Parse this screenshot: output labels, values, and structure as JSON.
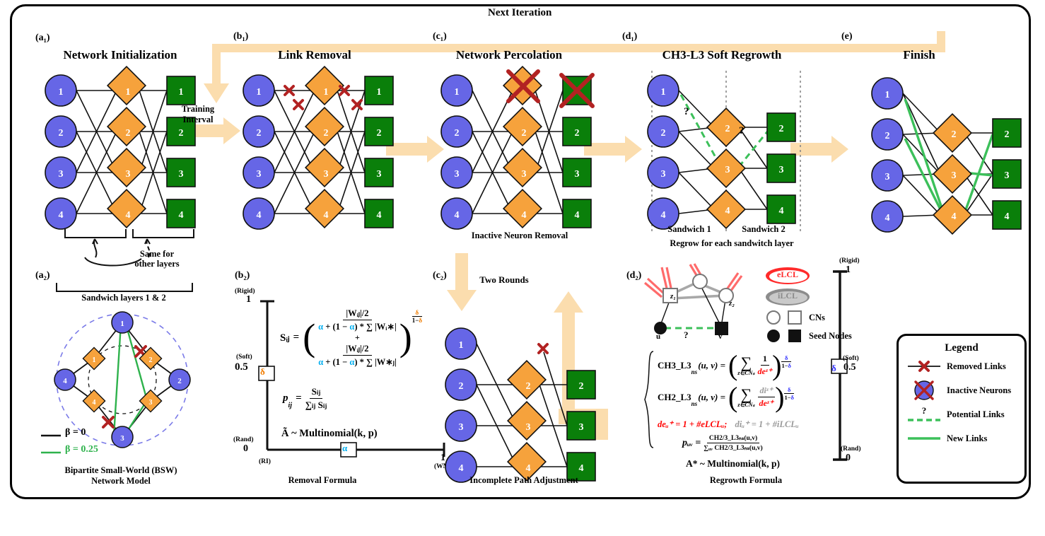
{
  "figure": {
    "top_label": "Next Iteration",
    "colors": {
      "input_node": "#6666E6",
      "hidden_node": "#F6A23C",
      "output_node": "#0A7F0A",
      "arrow": "#FBDDAE",
      "removed_x": "#B22222",
      "new_link": "#3CC05A",
      "potential_link": "#3CC05A",
      "alpha": "#00AEEF",
      "delta_b2": "#F07C00",
      "delta_d2": "#3333FF"
    }
  },
  "panels": {
    "a1": {
      "tag": "(a₁)",
      "title": "Network Initialization",
      "input_labels": [
        "1",
        "2",
        "3",
        "4"
      ],
      "hidden_labels": [
        "1",
        "2",
        "3",
        "4"
      ],
      "output_labels": [
        "1",
        "2",
        "3",
        "4"
      ],
      "brace_caption": "Sandwich layers 1 & 2",
      "side_note": "Same for\nother layers"
    },
    "a2": {
      "tag": "(a₂)",
      "ring_outer_labels": [
        "1",
        "2",
        "3",
        "4"
      ],
      "ring_inner_labels": [
        "1",
        "2",
        "3",
        "4"
      ],
      "legend_beta0": "β = 0",
      "legend_beta025": "β = 0.25",
      "caption_line1": "Bipartite Small-World (BSW)",
      "caption_line2": "Network Model"
    },
    "b1": {
      "tag": "(b₁)",
      "title": "Link Removal",
      "arrow_label": "Training\nInterval",
      "arrow_label_l1": "Training",
      "arrow_label_l2": "Interval"
    },
    "b2": {
      "tag": "(b₂)",
      "caption": "Removal Formula",
      "slider_y_top_note": "(Rigid)",
      "slider_y_top_val": "1",
      "slider_y_mid_note": "(Soft)",
      "slider_y_mid_val": "0.5",
      "slider_y_bot_note": "(Rand)",
      "slider_y_bot_val": "0",
      "slider_y_handle": "δ",
      "slider_x_left_note": "(RI)",
      "slider_x_right_val": "1",
      "slider_x_right_note": "(WM)",
      "slider_x_handle": "α",
      "formula_S_lhs": "Sᵢⱼ",
      "formula_num1": "|Wᵢⱼ|/2",
      "formula_den1_pre": "α",
      "formula_den1_mid": " + (1 − ",
      "formula_den1_post": ") * ∑ |Wᵢ∗|",
      "formula_plus": "+",
      "formula_num2": "|Wᵢⱼ|/2",
      "formula_den2_post": ") * ∑ |W∗ⱼ|",
      "formula_exp": "δ/(1−δ)",
      "formula_p": "pᵢⱼ = Sᵢⱼ / ∑ᵢⱼ Sᵢⱼ",
      "formula_multinomial": "Ã ~ Multinomial(k, p)"
    },
    "c1": {
      "tag": "(c₁)",
      "title": "Network Percolation",
      "caption": "Inactive Neuron Removal"
    },
    "c2": {
      "tag": "(c₂)",
      "label_two_rounds": "Two Rounds",
      "caption": "Incomplete Path Adjustment"
    },
    "d1": {
      "tag": "(d₁)",
      "title": "CH3-L3 Soft Regrowth",
      "sandwich1": "Sandwich 1",
      "sandwich2": "Sandwich 2",
      "caption": "Regrow for each sandwitch layer",
      "question": "?"
    },
    "d2": {
      "tag": "(d₂)",
      "caption": "Regrowth Formula",
      "node_z1": "z₁",
      "node_z2": "z₂",
      "node_u": "u",
      "node_v": "v",
      "question": "?",
      "key_elcl": "eLCL",
      "key_ilcl": "iLCL",
      "key_cns": "CNs",
      "key_seed": "Seed Nodes",
      "eq_ch3_lhs": "CH3_L3",
      "eq_ch3_sub": "ns",
      "eq_ch3_args": "(u, v) =",
      "eq_sum": "∑",
      "eq_sum_sub": "z∈CNₛ",
      "eq_ch3_frac_num": "1",
      "eq_ch3_frac_den": "deᶻ⁺",
      "eq_exp": "δ/(1−δ)",
      "eq_ch2_lhs": "CH2_L3",
      "eq_ch2_frac_num": "diᶻ⁺",
      "eq_ch2_frac_den": "deᶻ⁺",
      "eq_de": "deᵤ⁺ = 1 + #eLCLᵤ;",
      "eq_di": "diᵤ⁺ = 1 + #iLCLᵤ",
      "eq_puv_lhs": "pᵤᵥ =",
      "eq_puv_num": "CH2/3_L3ₙₛ(u,v)",
      "eq_puv_den": "∑ᵤᵥ CH2/3_L3ₙₛ(u,v)",
      "eq_multinomial": "A* ~ Multinomial(k, p)",
      "slider_top_note": "(Rigid)",
      "slider_top_val": "1",
      "slider_mid_note": "(Soft)",
      "slider_mid_val": "0.5",
      "slider_bot_note": "(Rand)",
      "slider_bot_val": "0",
      "slider_handle": "δ"
    },
    "e": {
      "tag": "(e)",
      "title": "Finish"
    }
  },
  "legend": {
    "title": "Legend",
    "items": [
      {
        "icon": "removed-link-icon",
        "label": "Removed Links"
      },
      {
        "icon": "inactive-neuron-icon",
        "label": "Inactive Neurons"
      },
      {
        "icon": "potential-link-icon",
        "label": "Potential Links"
      },
      {
        "icon": "new-link-icon",
        "label": "New Links"
      }
    ]
  }
}
